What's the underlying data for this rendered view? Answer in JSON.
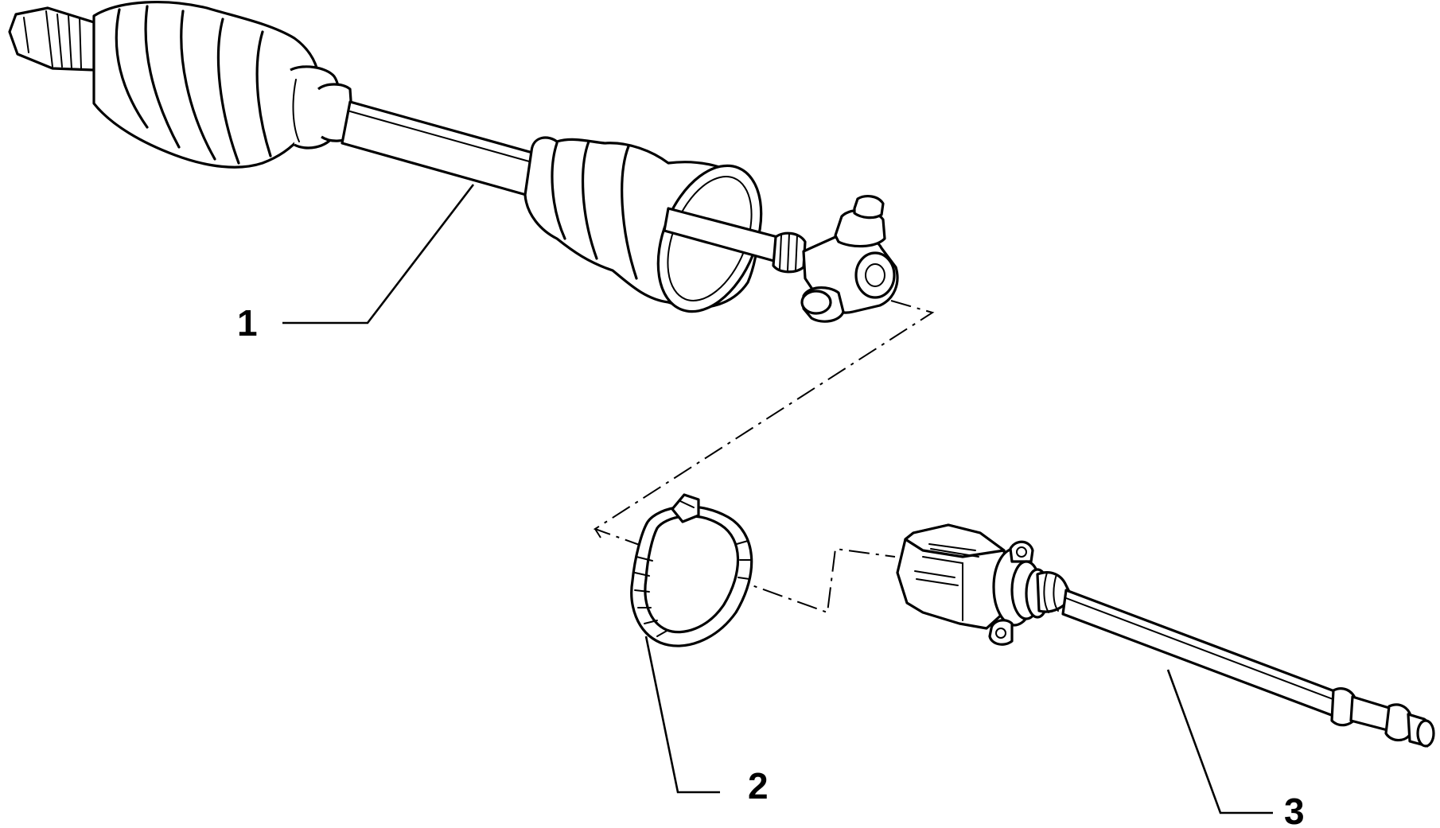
{
  "callouts": [
    {
      "id": "1",
      "label": "1"
    },
    {
      "id": "2",
      "label": "2"
    },
    {
      "id": "3",
      "label": "3"
    }
  ],
  "parts": [
    {
      "ref": "1",
      "icon": "drive-shaft-assembly-icon"
    },
    {
      "ref": "2",
      "icon": "boot-clamp-icon"
    },
    {
      "ref": "3",
      "icon": "inner-cv-joint-shaft-icon"
    }
  ],
  "colors": {
    "line": "#000000",
    "background": "#ffffff"
  }
}
